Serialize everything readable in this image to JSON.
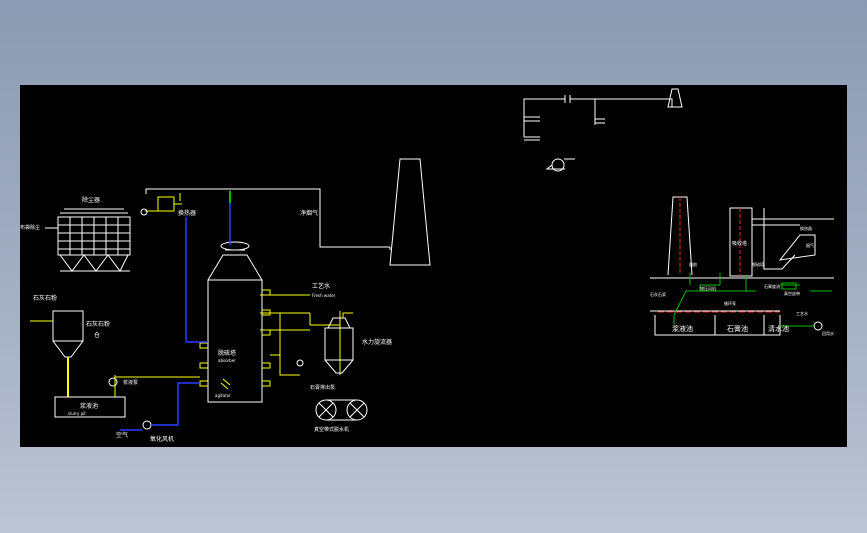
{
  "colors": {
    "canvas": "#000000",
    "line_white": "#ffffff",
    "line_yellow": "#ffff00",
    "line_blue": "#2b3cff",
    "line_green": "#00c000",
    "line_red": "#ff2020",
    "text": "#ffffff"
  },
  "labels": {
    "dust_collector": "除尘器",
    "silo_top": "布袋除尘",
    "limestone_powder": "石灰石粉",
    "limestone_silo": "石灰石粉",
    "silo_suffix": "仓",
    "slurry_tank": "浆液池",
    "slurry_tank_en": "slurry pit",
    "slurry_pump": "浆液泵",
    "air": "空气",
    "oxidation_fan": "氧化风机",
    "heat_exchanger": "换热器",
    "clean_flue_gas": "净烟气",
    "absorber": "脱硫塔",
    "absorber_en": "absorber",
    "absorber_bottom_en": "agitator",
    "process_water": "工艺水",
    "process_water_en": "Fresh water",
    "hydrocyclone": "水力旋流器",
    "gypsum_pump": "石膏排出泵",
    "vacuum_belt": "真空带式脱水机",
    "r_flue_gas": "烟气",
    "r_slurry_pool": "浆液池",
    "r_gypsum_pool": "石膏池",
    "r_water_pool": "清水池",
    "r_absorber": "吸收塔",
    "r_label_1": "烟囱",
    "r_label_2": "脱硫塔",
    "r_label_3": "换热器",
    "r_label_4": "石灰石浆",
    "r_label_5": "增压风机",
    "r_label_6": "循环泵",
    "r_label_7": "石膏旋流",
    "r_label_8": "工艺水",
    "r_label_9": "真空皮带",
    "r_label_10": "回用水"
  }
}
